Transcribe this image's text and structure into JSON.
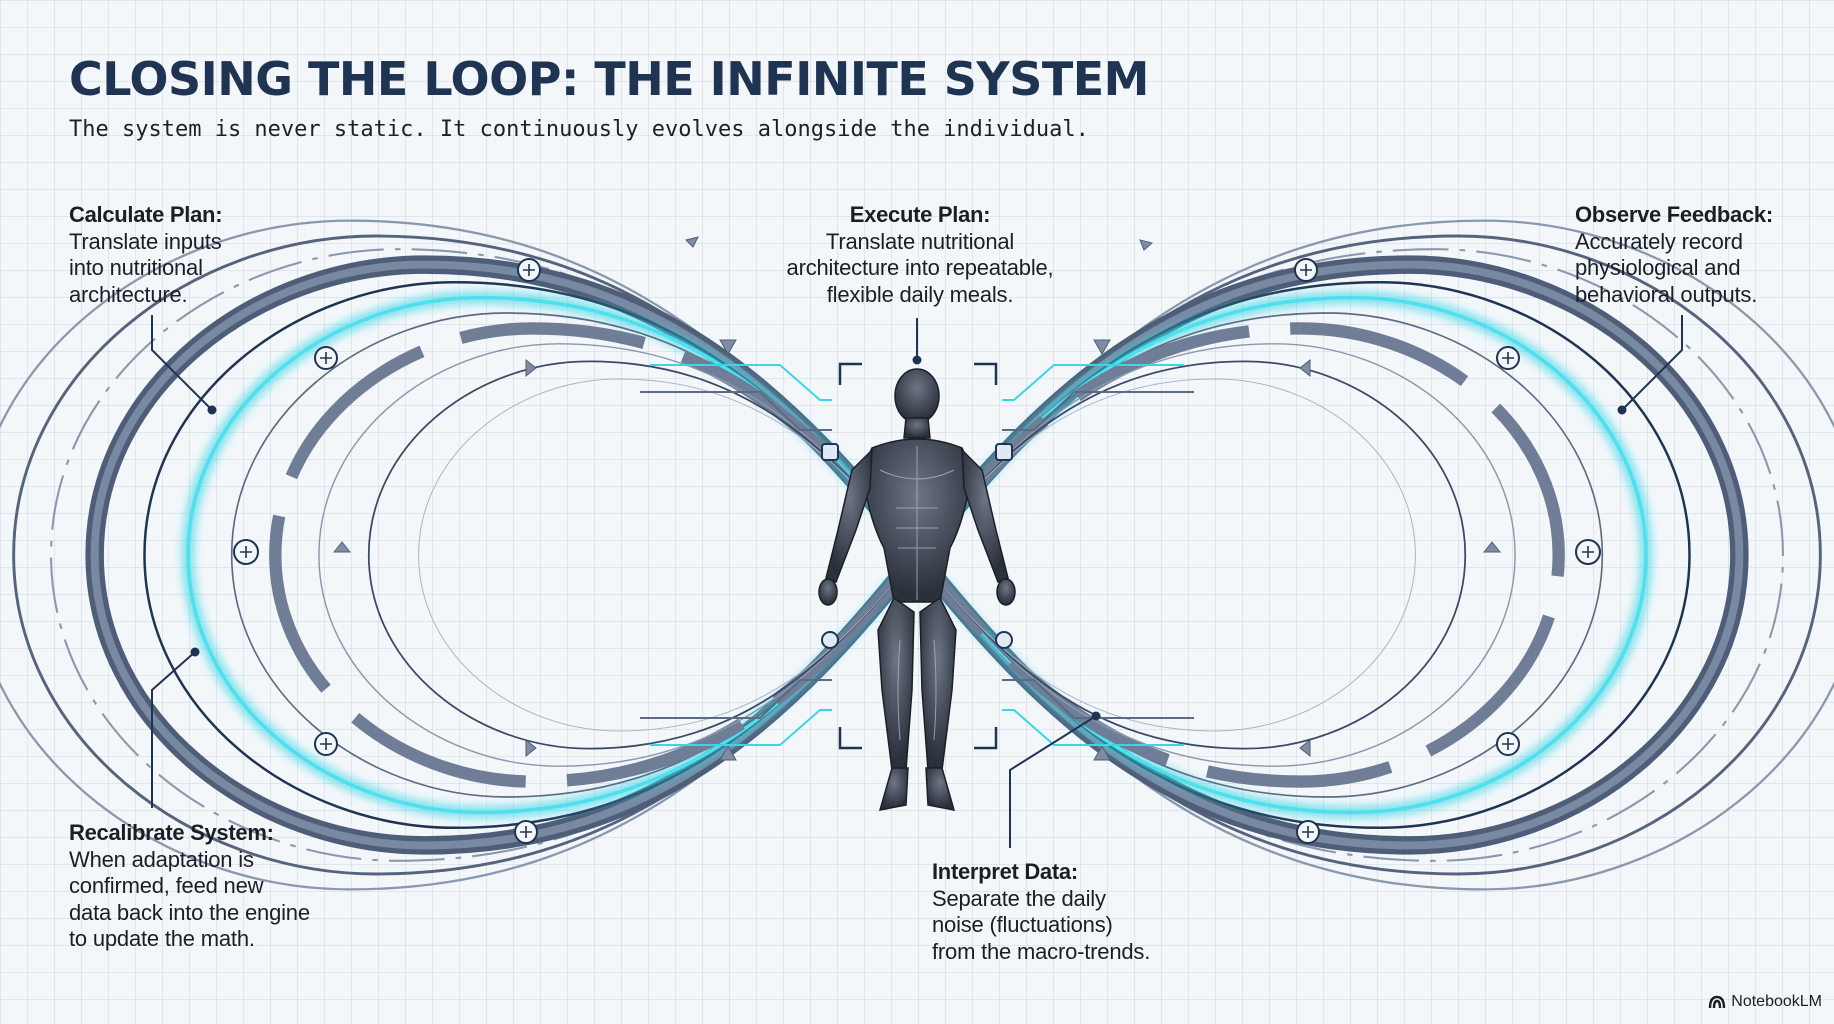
{
  "header": {
    "title": "CLOSING THE LOOP: THE INFINITE SYSTEM",
    "subtitle": "The system is never static. It continuously evolves alongside the individual."
  },
  "stages": {
    "calculate": {
      "title": "Calculate Plan:",
      "text": "Translate inputs\ninto nutritional\narchitecture."
    },
    "execute": {
      "title": "Execute Plan:",
      "text": "Translate nutritional\narchitecture into repeatable,\nflexible daily meals."
    },
    "observe": {
      "title": "Observe Feedback:",
      "text": "Accurately record\nphysiological and\nbehavioral outputs."
    },
    "interpret": {
      "title": "Interpret Data:",
      "text": "Separate the daily\nnoise (fluctuations)\nfrom the macro-trends."
    },
    "recalibrate": {
      "title": "Recalibrate System:",
      "text": "When adaptation is\nconfirmed, feed new\ndata back into the engine\nto update the math."
    }
  },
  "footer": {
    "brand": "NotebookLM"
  },
  "colors": {
    "navy": "#1f3352",
    "steel": "#4f5e78",
    "slate": "#8a98ae",
    "cyan": "#3ad6e6",
    "background": "#f4f7fa"
  },
  "icons": {
    "loop": "infinity-loop",
    "figure": "human-anatomy-figure",
    "brand": "notebooklm-logo-icon"
  }
}
